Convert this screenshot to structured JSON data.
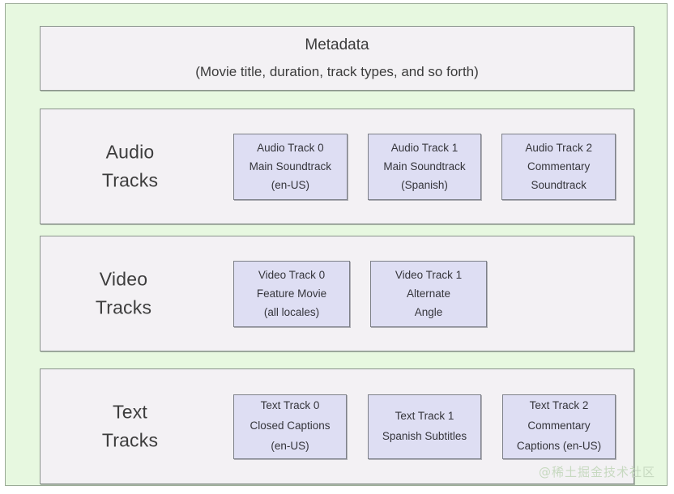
{
  "diagram": {
    "background_color": "#e7f8e0",
    "panel_color": "#f3f1f4",
    "track_box_color": "#dedef3",
    "border_color": "#8a948c",
    "metadata": {
      "title": "Metadata",
      "subtitle": "(Movie title, duration, track types, and so forth)"
    },
    "sections": [
      {
        "id": "audio",
        "label_line1": "Audio",
        "label_line2": "Tracks",
        "tracks": [
          {
            "line1": "Audio Track 0",
            "line2": "Main Soundtrack",
            "line3": "(en-US)"
          },
          {
            "line1": "Audio Track 1",
            "line2": "Main Soundtrack",
            "line3": "(Spanish)"
          },
          {
            "line1": "Audio Track 2",
            "line2": "Commentary",
            "line3": "Soundtrack"
          }
        ]
      },
      {
        "id": "video",
        "label_line1": "Video",
        "label_line2": "Tracks",
        "tracks": [
          {
            "line1": "Video Track 0",
            "line2": "Feature Movie",
            "line3": "(all locales)"
          },
          {
            "line1": "Video Track 1",
            "line2": "Alternate",
            "line3": "Angle"
          }
        ]
      },
      {
        "id": "text",
        "label_line1": "Text",
        "label_line2": "Tracks",
        "tracks": [
          {
            "line1": "Text Track 0",
            "line2": "Closed Captions",
            "line3": "(en-US)"
          },
          {
            "line1": "Text Track  1",
            "line2": "Spanish Subtitles",
            "line3": ""
          },
          {
            "line1": "Text Track  2",
            "line2": "Commentary",
            "line3": "Captions (en-US)"
          }
        ]
      }
    ],
    "watermark": "@稀土掘金技术社区"
  }
}
